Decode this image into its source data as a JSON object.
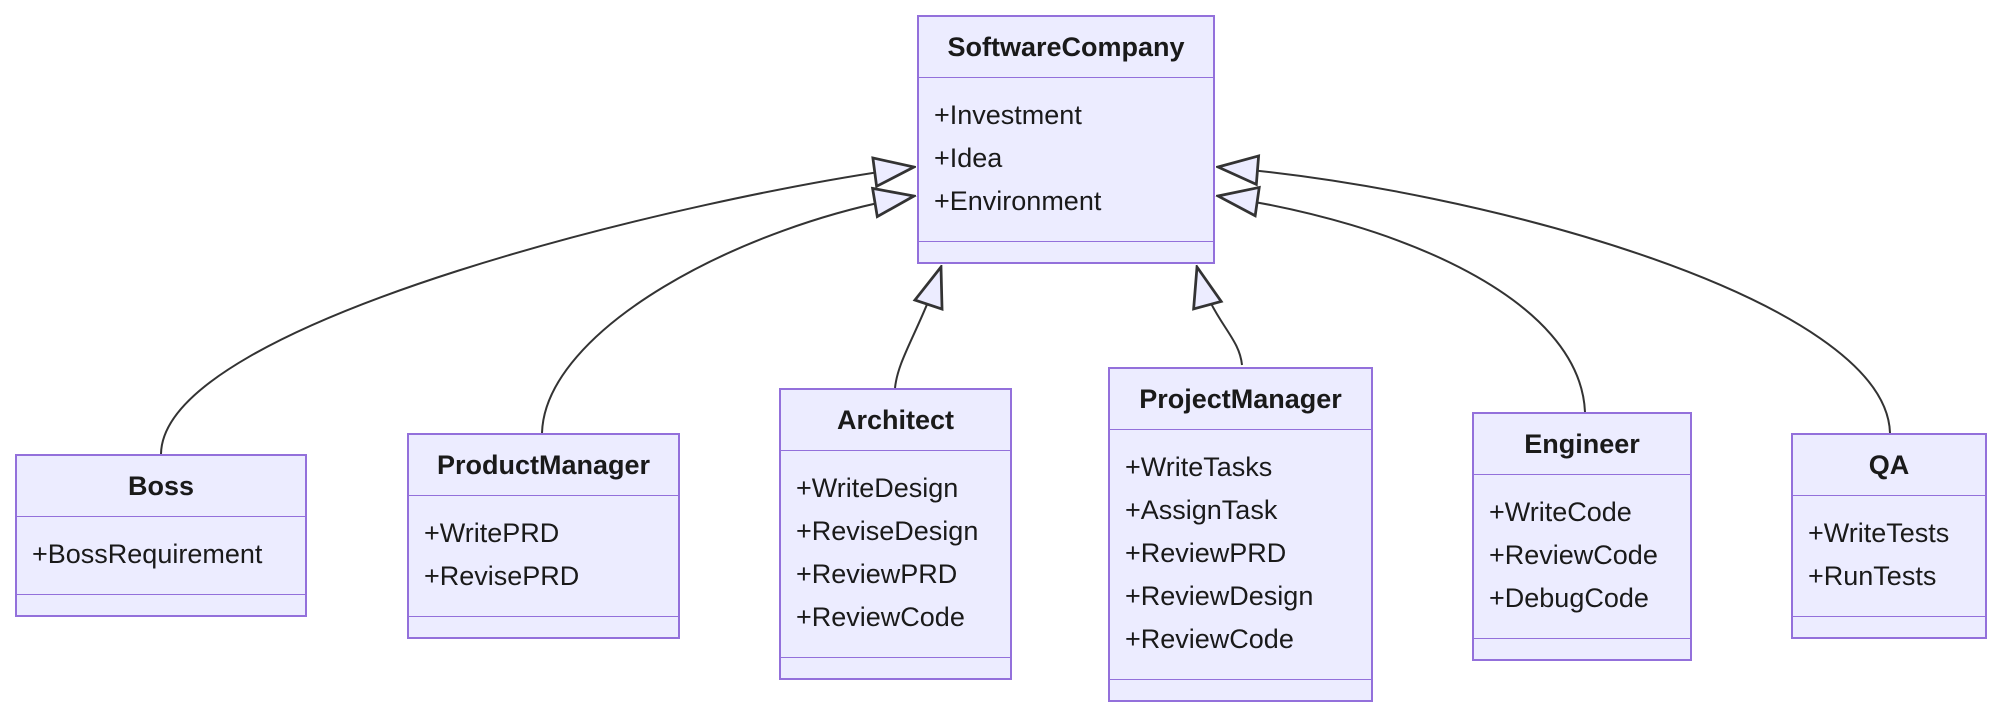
{
  "diagram": {
    "kind": "uml-class-diagram",
    "background_color": "#ffffff",
    "node_fill_color": "#ECECFF",
    "node_border_color": "#9370DB",
    "edge_color": "#333333",
    "text_color": "#1a1a1a"
  },
  "classes": [
    {
      "name": "SoftwareCompany",
      "members": [
        "+Investment",
        "+Idea",
        "+Environment"
      ]
    },
    {
      "name": "Boss",
      "members": [
        "+BossRequirement"
      ]
    },
    {
      "name": "ProductManager",
      "members": [
        "+WritePRD",
        "+RevisePRD"
      ]
    },
    {
      "name": "Architect",
      "members": [
        "+WriteDesign",
        "+ReviseDesign",
        "+ReviewPRD",
        "+ReviewCode"
      ]
    },
    {
      "name": "ProjectManager",
      "members": [
        "+WriteTasks",
        "+AssignTask",
        "+ReviewPRD",
        "+ReviewDesign",
        "+ReviewCode"
      ]
    },
    {
      "name": "Engineer",
      "members": [
        "+WriteCode",
        "+ReviewCode",
        "+DebugCode"
      ]
    },
    {
      "name": "QA",
      "members": [
        "+WriteTests",
        "+RunTests"
      ]
    }
  ],
  "relations": [
    {
      "from": "Boss",
      "to": "SoftwareCompany",
      "type": "inheritance",
      "arrowhead": "hollow-triangle"
    },
    {
      "from": "ProductManager",
      "to": "SoftwareCompany",
      "type": "inheritance",
      "arrowhead": "hollow-triangle"
    },
    {
      "from": "Architect",
      "to": "SoftwareCompany",
      "type": "inheritance",
      "arrowhead": "hollow-triangle"
    },
    {
      "from": "ProjectManager",
      "to": "SoftwareCompany",
      "type": "inheritance",
      "arrowhead": "hollow-triangle"
    },
    {
      "from": "Engineer",
      "to": "SoftwareCompany",
      "type": "inheritance",
      "arrowhead": "hollow-triangle"
    },
    {
      "from": "QA",
      "to": "SoftwareCompany",
      "type": "inheritance",
      "arrowhead": "hollow-triangle"
    }
  ]
}
